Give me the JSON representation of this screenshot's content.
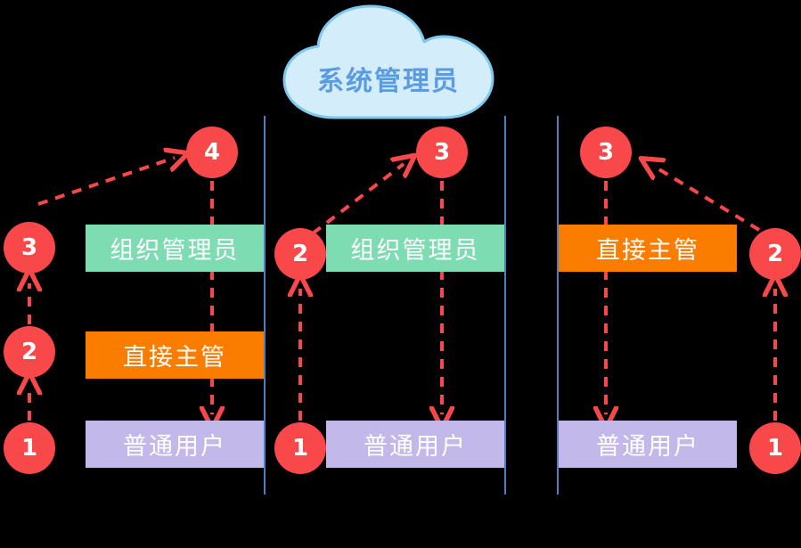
{
  "diagram": {
    "title": "系统管理员",
    "background_color": "#000000",
    "accent_color": "#F9484A",
    "divider_color": "#4A7FC1"
  },
  "cloud": {
    "label": "系统管理员",
    "fill": "#D3EDFB",
    "stroke": "#7EC8F0",
    "text_color": "#5B9BE0"
  },
  "roles": {
    "org_admin": {
      "label": "组织管理员",
      "color": "#7DDCB2"
    },
    "direct_supervisor": {
      "label": "直接主管",
      "color": "#FA7D00"
    },
    "normal_user": {
      "label": "普通用户",
      "color": "#C2B8EA"
    }
  },
  "panels": [
    {
      "name": "panel-left",
      "boxes": [
        {
          "role": "org_admin",
          "label": "组织管理员"
        },
        {
          "role": "direct_supervisor",
          "label": "直接主管"
        },
        {
          "role": "normal_user",
          "label": "普通用户"
        }
      ],
      "steps": [
        {
          "number": "1"
        },
        {
          "number": "2"
        },
        {
          "number": "3"
        },
        {
          "number": "4"
        }
      ]
    },
    {
      "name": "panel-middle",
      "boxes": [
        {
          "role": "org_admin",
          "label": "组织管理员"
        },
        {
          "role": "normal_user",
          "label": "普通用户"
        }
      ],
      "steps": [
        {
          "number": "1"
        },
        {
          "number": "2"
        },
        {
          "number": "3"
        }
      ]
    },
    {
      "name": "panel-right",
      "boxes": [
        {
          "role": "direct_supervisor",
          "label": "直接主管"
        },
        {
          "role": "normal_user",
          "label": "普通用户"
        }
      ],
      "steps": [
        {
          "number": "1"
        },
        {
          "number": "2"
        },
        {
          "number": "3"
        }
      ]
    }
  ],
  "labels": {
    "left_step_1": "1",
    "left_step_2": "2",
    "left_step_3": "3",
    "left_step_4": "4",
    "mid_step_1": "1",
    "mid_step_2": "2",
    "mid_step_3": "3",
    "right_step_1": "1",
    "right_step_2": "2",
    "right_step_3": "3",
    "left_box_org": "组织管理员",
    "left_box_sup": "直接主管",
    "left_box_user": "普通用户",
    "mid_box_org": "组织管理员",
    "mid_box_user": "普通用户",
    "right_box_sup": "直接主管",
    "right_box_user": "普通用户"
  }
}
